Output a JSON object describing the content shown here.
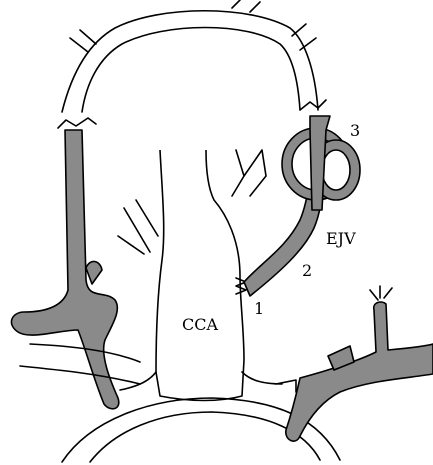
{
  "labels": {
    "cca": "CCA",
    "ejv": "EJV",
    "point_1": "1",
    "point_2": "2",
    "point_3": "3"
  },
  "colors": {
    "vein_fill": "#8a8a8a",
    "outline": "#000000",
    "background": "#ffffff"
  }
}
